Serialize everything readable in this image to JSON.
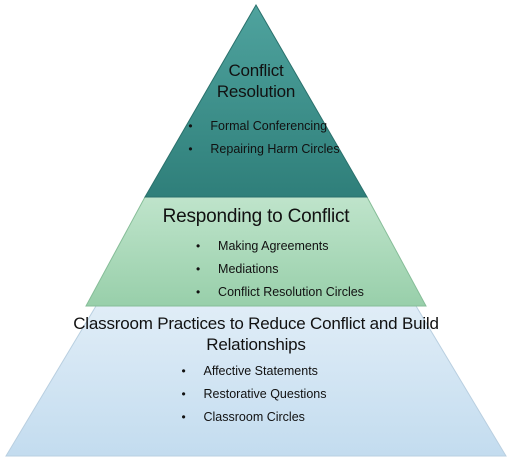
{
  "diagram": {
    "tiers": [
      {
        "id": "top",
        "title_lines": [
          "Conflict",
          "Resolution"
        ],
        "items": [
          "Formal Conferencing",
          "Repairing Harm Circles"
        ],
        "fill": "#3a8f8a"
      },
      {
        "id": "middle",
        "title_lines": [
          "Responding to Conflict"
        ],
        "items": [
          "Making Agreements",
          "Mediations",
          "Conflict Resolution Circles"
        ],
        "fill": "#a8d8b8"
      },
      {
        "id": "bottom",
        "title_lines": [
          "Classroom Practices to Reduce Conflict and Build",
          "Relationships"
        ],
        "items": [
          "Affective Statements",
          "Restorative Questions",
          "Classroom Circles"
        ],
        "fill": "#cfe3f1"
      }
    ],
    "bullet_char": "•"
  }
}
